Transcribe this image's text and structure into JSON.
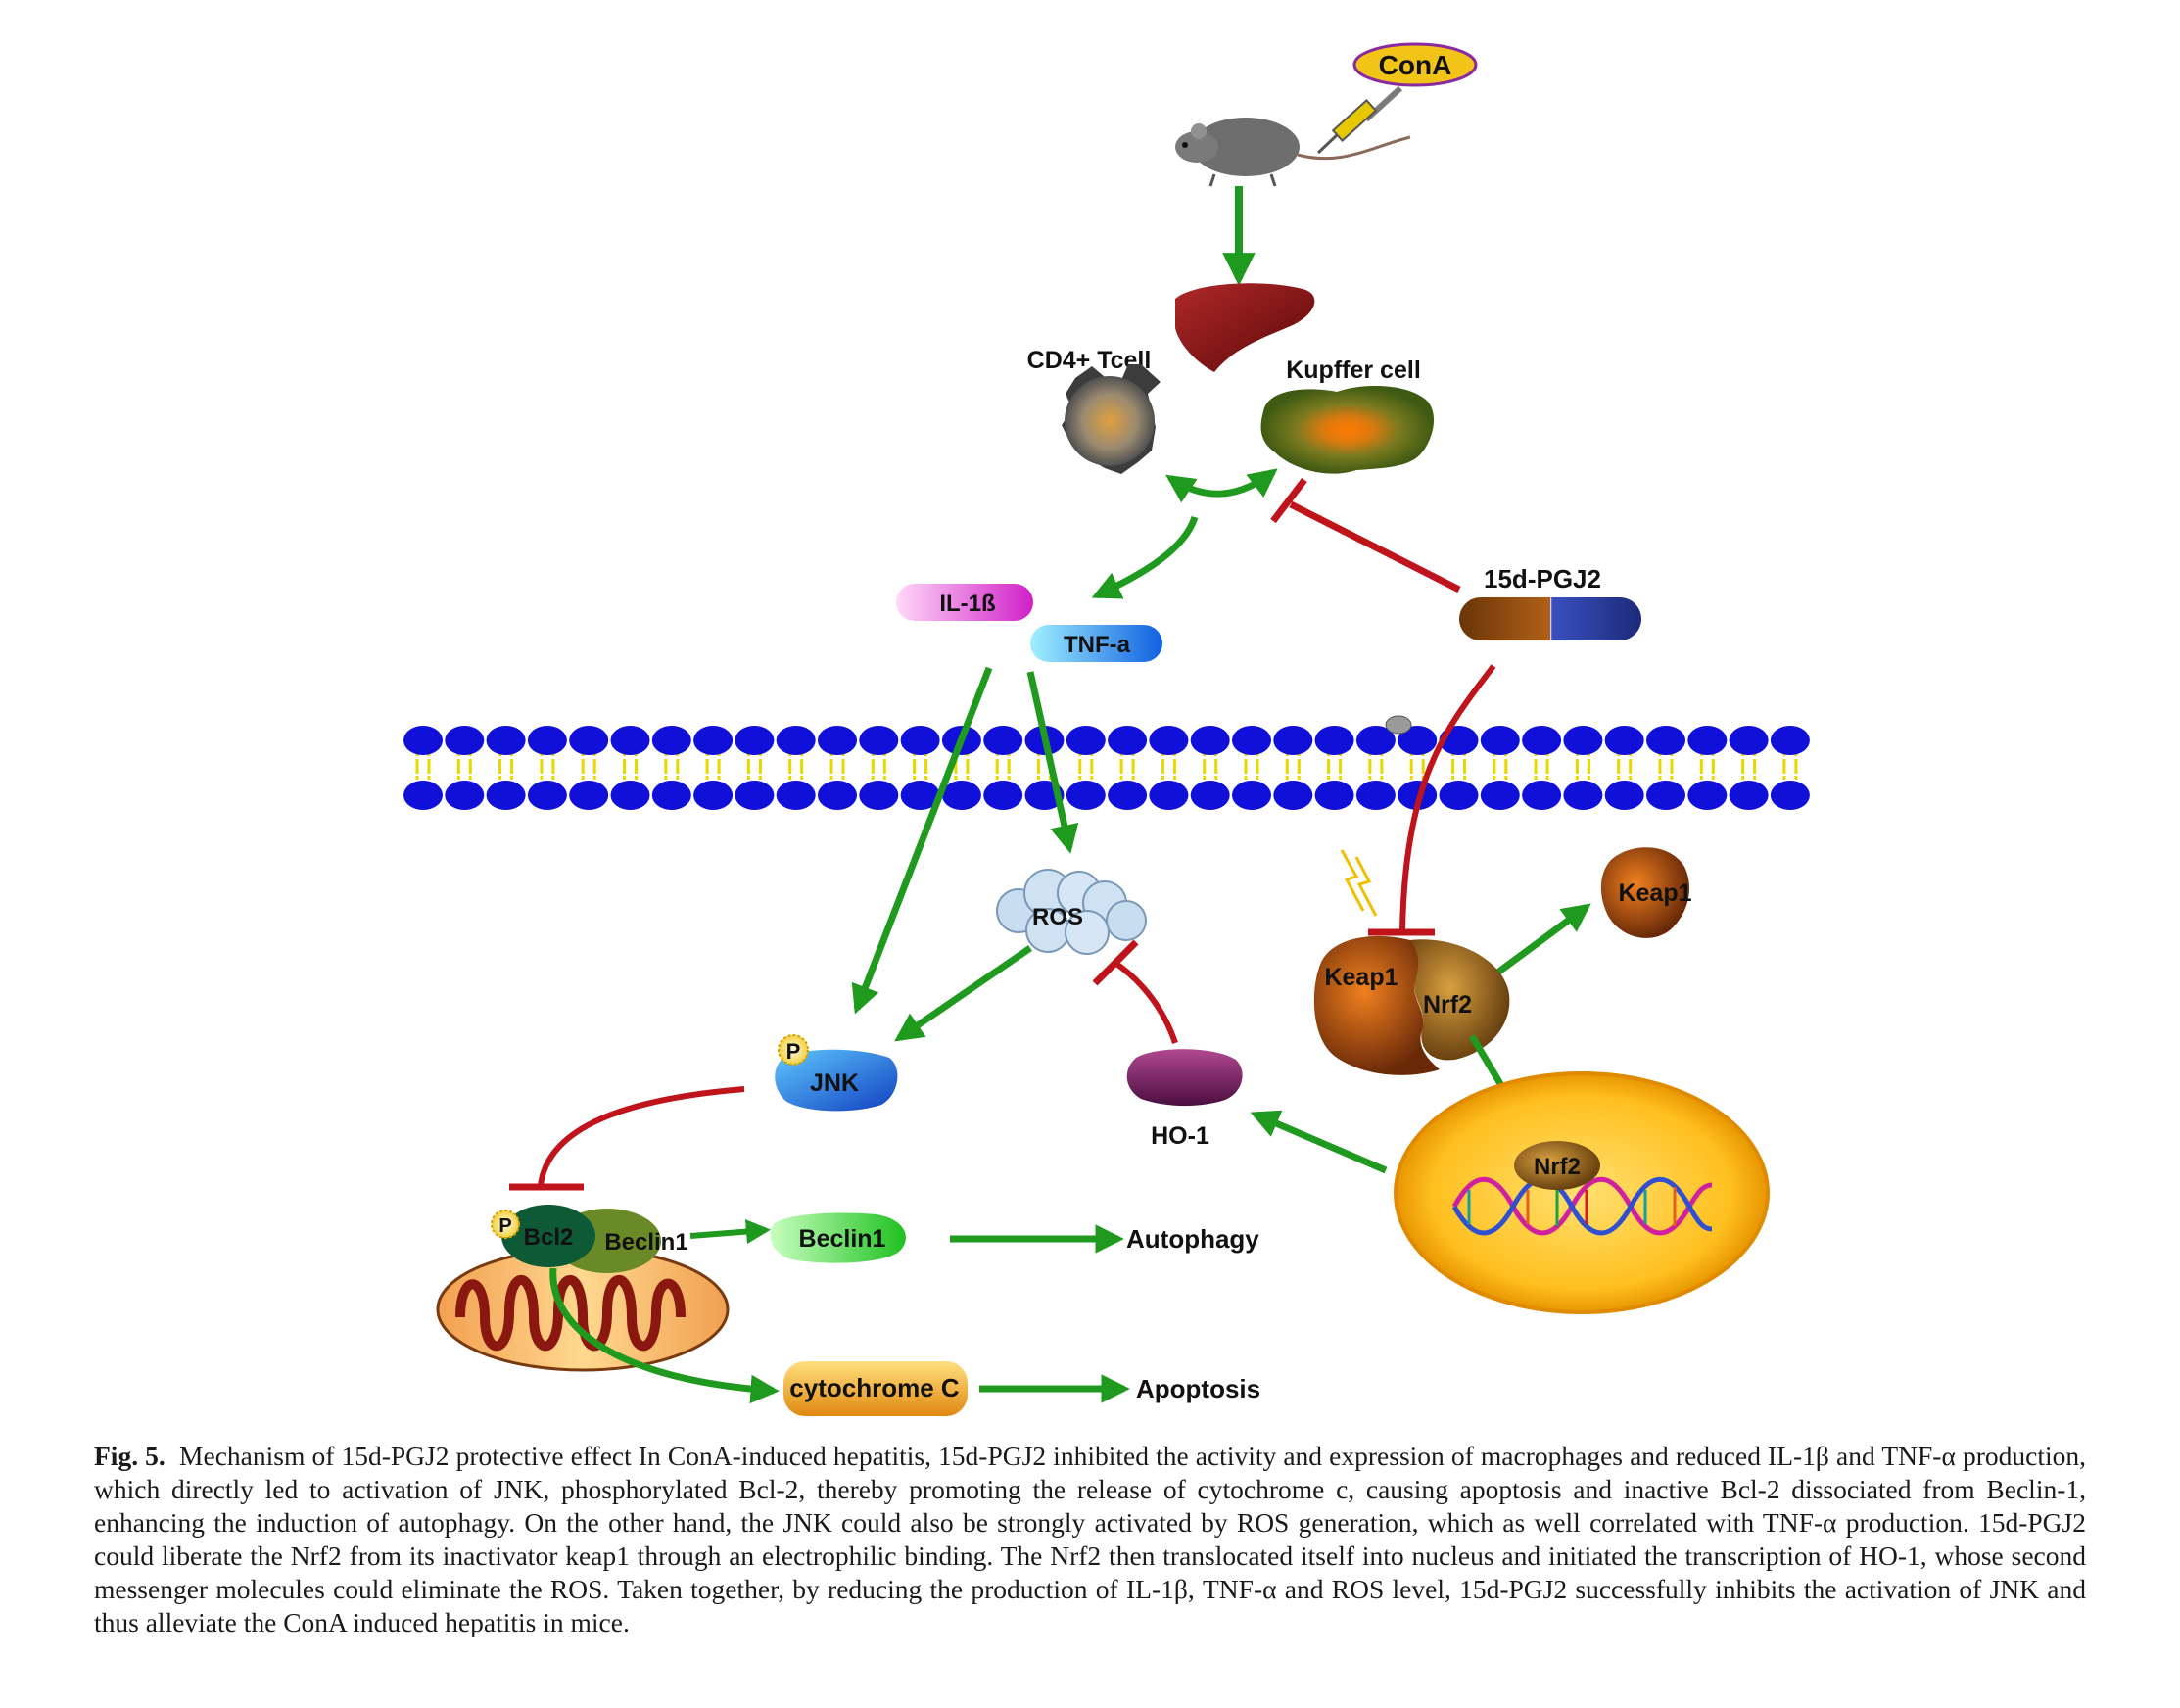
{
  "figure": {
    "nodes": {
      "cona": "ConA",
      "cd4": "CD4+ Tcell",
      "kupffer": "Kupffer cell",
      "il1b": "IL-1ß",
      "tnfa": "TNF-a",
      "pgj2": "15d-PGJ2",
      "ros": "ROS",
      "keap1_free": "Keap1",
      "keap1_bound": "Keap1",
      "nrf2_bound": "Nrf2",
      "nrf2_nucleus": "Nrf2",
      "phospho_jnk": "P",
      "jnk": "JNK",
      "ho1": "HO-1",
      "phospho_bcl2": "P",
      "bcl2": "Bcl2",
      "beclin1_bound": "Beclin1",
      "beclin1_free": "Beclin1",
      "autophagy": "Autophagy",
      "cytochrome": "cytochrome C",
      "apoptosis": "Apoptosis"
    },
    "colors": {
      "activation": "#1f9a1f",
      "inhibition": "#c0141c",
      "membrane_head": "#1010d8",
      "membrane_tail": "#e8d800",
      "nucleus": "#f0a400",
      "liver": "#8a1212"
    },
    "caption": {
      "label": "Fig. 5.",
      "text": "Mechanism of 15d-PGJ2 protective effect In ConA-induced hepatitis, 15d-PGJ2 inhibited the activity and expression of macrophages and reduced IL-1β and TNF-α production, which directly led to activation of JNK, phosphorylated Bcl-2, thereby promoting the release of cytochrome c, causing apoptosis and inactive Bcl-2 dissociated from Beclin-1, enhancing the induction of autophagy. On the other hand, the JNK could also be strongly activated by ROS generation, which as well correlated with TNF-α production. 15d-PGJ2 could liberate the Nrf2 from its inactivator keap1 through an electrophilic binding. The Nrf2 then translocated itself into nucleus and initiated the transcription of HO-1, whose second messenger molecules could eliminate the ROS. Taken together, by reducing the production of IL-1β, TNF-α and ROS level, 15d-PGJ2 successfully inhibits the activation of JNK and thus alleviate the ConA induced hepatitis in mice."
    }
  }
}
